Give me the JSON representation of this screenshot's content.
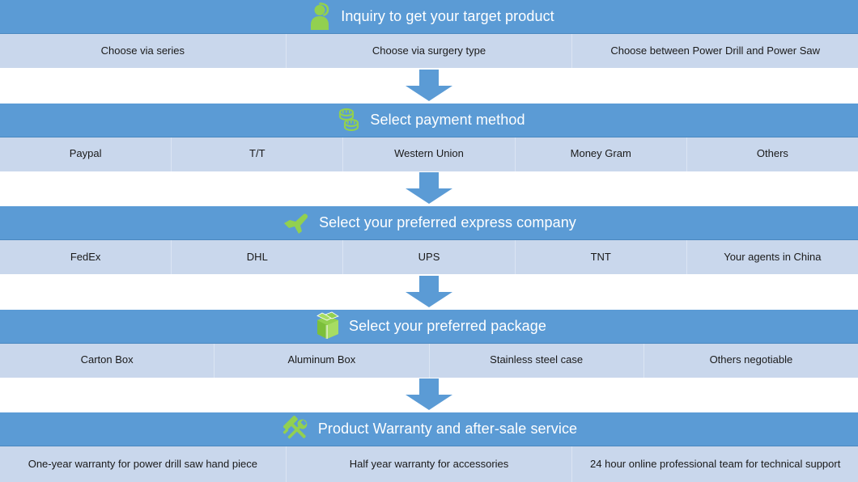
{
  "diagram": {
    "title": "Inquiry to get your target product",
    "type": "vertical-process-flow",
    "accent_color": "#5B9BD5",
    "icon_color": "#92D050",
    "option_row_color": "#C9D7EC",
    "header_text_color": "#FFFFFF",
    "connector_icon": "arrow-down-icon"
  },
  "stages": [
    {
      "id": "inquiry",
      "icon": "person-support-icon",
      "title": "Inquiry to get your target product",
      "options": [
        "Choose via series",
        "Choose via surgery type",
        "Choose  between Power Drill and Power Saw"
      ]
    },
    {
      "id": "payment",
      "icon": "coins-icon",
      "title": "Select payment method",
      "options": [
        "Paypal",
        "T/T",
        "Western Union",
        "Money Gram",
        "Others"
      ]
    },
    {
      "id": "express",
      "icon": "airplane-icon",
      "title": "Select your preferred express company",
      "options": [
        "FedEx",
        "DHL",
        "UPS",
        "TNT",
        "Your agents in China"
      ]
    },
    {
      "id": "package",
      "icon": "package-box-icon",
      "title": "Select your preferred package",
      "options": [
        "Carton Box",
        "Aluminum Box",
        "Stainless steel case",
        "Others negotiable"
      ]
    },
    {
      "id": "warranty",
      "icon": "hammer-wrench-icon",
      "title": "Product Warranty and after-sale service",
      "options": [
        "One-year warranty for power drill saw hand piece",
        "Half year warranty for accessories",
        "24 hour online professional team for technical support"
      ]
    }
  ]
}
